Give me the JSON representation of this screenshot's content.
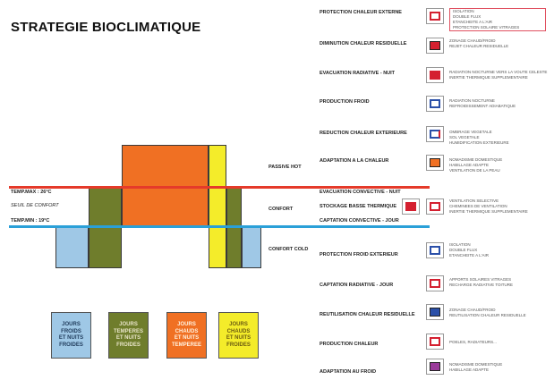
{
  "title": "STRATEGIE BIOCLIMATIQUE",
  "thresholds": {
    "temp_max": "TEMP.MAX : 26°C",
    "seuil": "SEUIL DE CONFORT",
    "temp_min": "TEMP.MIN : 19°C"
  },
  "zones": {
    "passive_hot": "PASSIVE HOT",
    "confort": "CONFORT",
    "confort_cold": "CONFORT COLD"
  },
  "legend": [
    {
      "label": "JOURS\nFROIDS\nET NUITS\nFROIDES",
      "color": "#9fc8e6"
    },
    {
      "label": "JOURS\nTEMPERES\nET NUITS\nFROIDES",
      "color": "#6f7d2c"
    },
    {
      "label": "JOURS\nCHAUDS\nET NUITS\nTEMPEREE",
      "color": "#f07023"
    },
    {
      "label": "JOURS\nCHAUDS\nET NUITS\nFROIDES",
      "color": "#f4ec2a"
    }
  ],
  "strategies": [
    {
      "label": "PROTECTION CHALEUR EXTERNE",
      "desc": "ISOLATION\nDOUBLE FLUX\nETANCHEITE A L'AIR\nPROTECTION SOLAIRE VITRAGES",
      "color": "#ffffff"
    },
    {
      "label": "DIMINUTION CHALEUR RESIDUELLE",
      "desc": "ZONAGE CHAUD/FROID\nREJET CHALEUR RESIDUELLE",
      "color": "#d42030"
    },
    {
      "label": "EVACUATION RADIATIVE - NUIT",
      "desc": "RADIATION NOCTURNE VERS LA VOUTE CELESTE\nINERTIE THERMIQUE SUPPLEMENTAIRE",
      "color": "#d42030"
    },
    {
      "label": "PRODUCTION FROID",
      "desc": "RADIATION NOCTURNE\nREFROIDISSEMENT ADIABATIQUE",
      "color": "#2a4fa8"
    },
    {
      "label": "REDUCTION CHALEUR EXTERIEURE",
      "desc": "OMBRAGE VEGETALE\nSOL VEGETALE\nHUMIDIFICATION EXTERIEURE",
      "color": "#2a4fa8"
    },
    {
      "label": "ADAPTATION A LA CHALEUR",
      "desc": "NOMADISME DOMESTIQUE\nHABILLAGE ADAPTE\nVENTILATION DE LA PEAU",
      "color": "#f07023"
    },
    {
      "label": "EVACUATION CONVECTIVE - NUIT",
      "desc": "VENTILATION SELECTIVE\nCHEMINEES DE VENTILATION\nINERTIE THERMIQUE SUPPLEMENTAIRE",
      "color": "#d42030"
    },
    {
      "label": "STOCKAGE BASSE THERMIQUE",
      "desc": "",
      "color": "#d42030"
    },
    {
      "label": "CAPTATION CONVECTIVE - JOUR",
      "desc": "",
      "color": "#d42030"
    },
    {
      "label": "PROTECTION FROID EXTERIEUR",
      "desc": "ISOLATION\nDOUBLE FLUX\nETANCHEITE A L'AIR",
      "color": "#2a4fa8"
    },
    {
      "label": "CAPTATION RADIATIVE - JOUR",
      "desc": "APPORTS SOLAIRES VITRAGES\nRECHARGE RADIATIVE TOITURE",
      "color": "#ffffff"
    },
    {
      "label": "REUTILISATION CHALEUR RESIDUELLE",
      "desc": "ZONAGE CHAUD/FROID\nREUTILISATION CHALEUR RESIDUELLE",
      "color": "#2a4fa8"
    },
    {
      "label": "PRODUCTION CHALEUR",
      "desc": "POELES, RADIATEURS...",
      "color": "#d42030"
    },
    {
      "label": "ADAPTATION AU FROID",
      "desc": "NOMADISME DOMESTIQUE\nHABILLAGE ADAPTE",
      "color": "#9a3a9a"
    }
  ],
  "colors": {
    "temp_max_line": "#e53a2a",
    "temp_min_line": "#2aa0d8",
    "bar_cold": "#9fc8e6",
    "bar_temperate": "#6f7d2c",
    "bar_hot": "#f07023",
    "bar_hot_cold_nights": "#f4ec2a"
  }
}
